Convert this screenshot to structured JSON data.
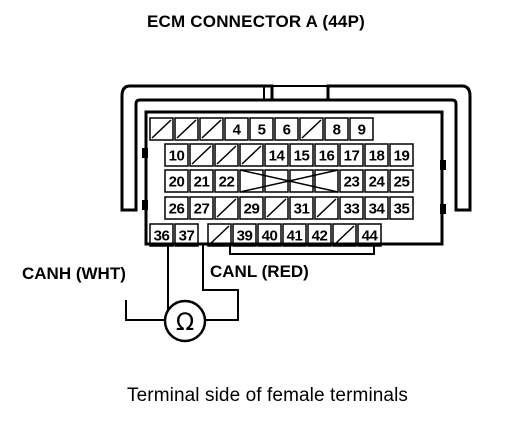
{
  "diagram": {
    "title": "ECM CONNECTOR A (44P)",
    "caption": "Terminal side of female terminals",
    "wire_labels": {
      "canh": "CANH (WHT)",
      "canl": "CANL (RED)"
    },
    "meter_symbol": "Ω",
    "connector": {
      "rows": [
        [
          "",
          "",
          "",
          "4",
          "5",
          "6",
          "",
          "8",
          "9"
        ],
        [
          "10",
          "",
          "",
          "",
          "14",
          "15",
          "16",
          "17",
          "18",
          "19"
        ],
        [
          "20",
          "21",
          "22",
          "",
          "",
          "",
          "",
          "23",
          "24",
          "25"
        ],
        [
          "26",
          "27",
          "",
          "29",
          "",
          "31",
          "",
          "33",
          "34",
          "35"
        ],
        [
          "36",
          "37",
          "",
          "39",
          "40",
          "41",
          "42",
          "",
          "44"
        ]
      ]
    }
  }
}
